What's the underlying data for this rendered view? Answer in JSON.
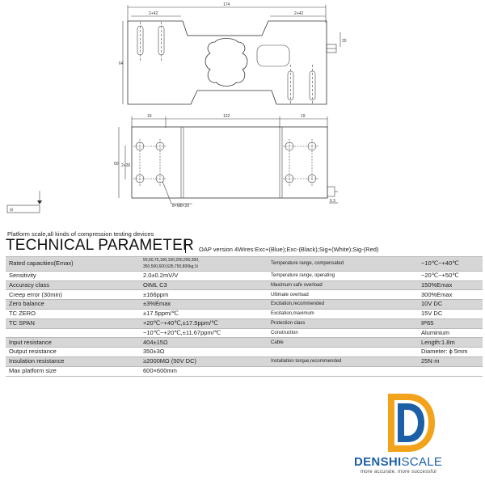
{
  "drawing": {
    "dim_total_length": "174",
    "dim_left_holes": "2+42",
    "dim_right_holes": "2+42",
    "dim_height": "64",
    "dim_side": "20",
    "dim_bottom_left": "19",
    "dim_bottom_mid": "122",
    "dim_bottom_right": "19",
    "dim_bottom_height": "60",
    "dim_hole_spacing": "2+30",
    "dim_thread": "8×M8×20",
    "dim_thickness": "6.3"
  },
  "subtitle": "Platform scale,all kinds of compression testing devices",
  "title": "TECHNICAL PARAMETER",
  "wires": "OAP version 4Wires:Exc+(Blue);Exc-(Black);Sig+(White);Sig-(Red)",
  "rows": [
    {
      "l1": "Rated capacities(Emax)",
      "v1": "50,60,75,100,150,200,250,300,\n350,500,600,635,750,800kg;1t",
      "l2": "Temperature range, compensated",
      "v2": "−10℃~+40℃"
    },
    {
      "l1": "Sensitivity",
      "v1": "2.0±0.2mV/V",
      "l2": "Temperature range, operating",
      "v2": "−20℃~+50℃"
    },
    {
      "l1": "Accuracy class",
      "v1": "OIML C3",
      "l2": "Maximum safe overload",
      "v2": "150%Emax"
    },
    {
      "l1": "Creep error  (30min)",
      "v1": "±166ppm",
      "l2": "Ultimate overload",
      "v2": "300%Emax"
    },
    {
      "l1": "Zero balance",
      "v1": "±3%Emax",
      "l2": "Excitation,recommended",
      "v2": "10V DC"
    },
    {
      "l1": "TC ZERO",
      "v1": "±17.5ppm/℃",
      "l2": "Excitation,maximum",
      "v2": "15V DC"
    },
    {
      "l1": "TC SPAN",
      "v1": "+20℃~+40℃,±17.5ppm/℃",
      "l2": "Protection class",
      "v2": "IP65"
    },
    {
      "l1": "",
      "v1": "−10℃~+20℃,±11.67ppm/℃",
      "l2": "Construction",
      "v2": "Aluminium"
    },
    {
      "l1": "Input resistance",
      "v1": "404±15Ω",
      "l2": "Cable",
      "v2": "Length:1.8m"
    },
    {
      "l1": "Output resistance",
      "v1": "350±3Ω",
      "l2": "",
      "v2": "Diameter: ϕ 5mm"
    },
    {
      "l1": "Insulation resistance",
      "v1": "≥2000MΩ (50V DC)",
      "l2": "Installation torque,recommended",
      "v2": "25N·m"
    },
    {
      "l1": "Max platform size",
      "v1": "600×600mm",
      "l2": "",
      "v2": ""
    }
  ],
  "brand": {
    "name_part1": "DENSHI",
    "name_part2": "SCALE",
    "tagline": "more accurate. more successful",
    "color_primary": "#1d5fa6",
    "color_accent": "#f2a31b"
  }
}
